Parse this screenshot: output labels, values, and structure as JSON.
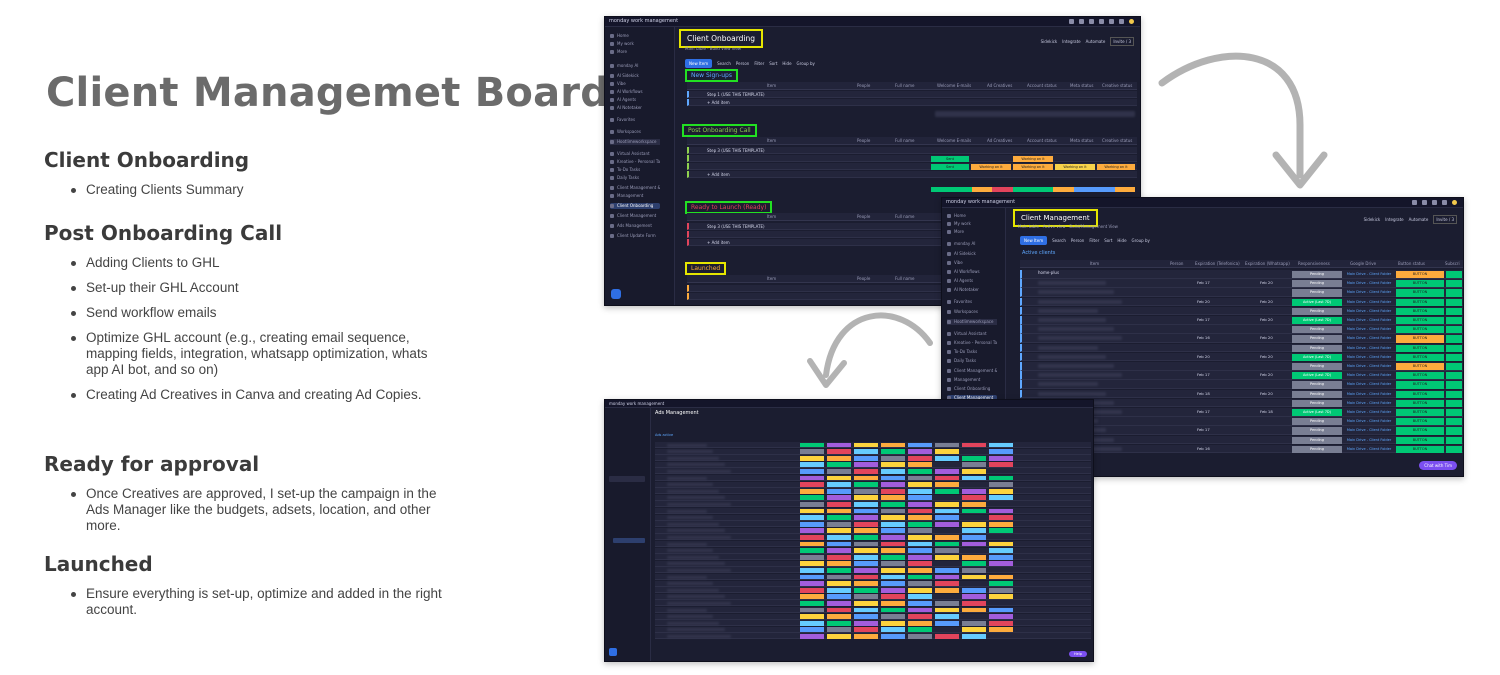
{
  "slide": {
    "title": "Client Managemet Board",
    "sections": [
      {
        "heading": "Client Onboarding",
        "bullets": [
          "Creating Clients Summary"
        ]
      },
      {
        "heading": "Post Onboarding Call",
        "bullets": [
          "Adding Clients to GHL",
          "Set-up their GHL Account",
          "Send workflow emails",
          "Optimize GHL account (e.g., creating email sequence, mapping fields, integration, whatsapp optimization, whats app AI bot, and so on)",
          "Creating Ad Creatives in Canva and creating Ad Copies."
        ]
      },
      {
        "heading": "Ready for approval",
        "bullets": [
          "Once Creatives are approved, I set-up the campaign in the Ads Manager like the budgets, adsets, location, and other more."
        ]
      },
      {
        "heading": "Launched",
        "bullets": [
          "Ensure everything is set-up, optimize and added in the right account."
        ]
      }
    ]
  },
  "screenshots": {
    "brand": "monday work management",
    "onboarding": {
      "board_title": "Client Onboarding",
      "sub_tabs": "Main table  ·  Build View view",
      "new_item": "New Item",
      "toolbar": [
        "Search",
        "Person",
        "Filter",
        "Sort",
        "Hide",
        "Group by"
      ],
      "top_actions": [
        "Sidekick",
        "Integrate",
        "Automate",
        "Invite / 3"
      ],
      "groups": [
        {
          "label": "New Sign-ups",
          "color": "#5fa8ff",
          "row_text": "Step 1 (USE THIS TEMPLATE)",
          "add": "+ Add item"
        },
        {
          "label": "Post Onboarding Call",
          "color": "#8fd14f",
          "row_text": "Step 3 (USE THIS TEMPLATE)",
          "add": "+ Add item"
        },
        {
          "label": "Ready to Launch (Ready)",
          "color": "#e2445c",
          "row_text": "Step 3 (USE THIS TEMPLATE)",
          "add": "+ Add item"
        },
        {
          "label": "Launched",
          "color": "#fdab3d"
        }
      ],
      "columns": [
        "Item",
        "People",
        "Full name",
        "Welcome E-mails",
        "Ad Creatives",
        "Account status",
        "Meta status",
        "Creative status"
      ],
      "statuses": {
        "sent": "Sent",
        "working": "Working on it"
      }
    },
    "management": {
      "board_title": "Client Management",
      "tabs": "Main table  ·  Active view  ·  Build/Management View",
      "group_label": "Active clients",
      "row_first": "home-plus",
      "columns": [
        "Item",
        "Person",
        "Expiration (Telefonica)",
        "Expiration (Whatsapp)",
        "Responsiveness",
        "Google Drive",
        "Button status",
        "Subscri"
      ],
      "statuses": {
        "pending": "Pending",
        "active": "Active (Last 7D)",
        "drive_link": "Main Drive - Client Folder",
        "button": "BUTTON"
      },
      "dates_a": [
        "Feb 17",
        "Feb 20",
        "Feb 17",
        "Feb 16",
        "Feb 20",
        "Feb 17",
        "Feb 18",
        "Feb 17",
        "Feb 17",
        "Feb 16"
      ],
      "dates_b": [
        "Feb 20",
        "Feb 20",
        "Feb 20",
        "Feb 20",
        "Feb 20",
        "Feb 20",
        "Feb 20",
        "Feb 18"
      ],
      "chat_badge": "Chat with Tim"
    },
    "ads": {
      "board_title": "Ads Management",
      "group_label": "Ads active",
      "chat_badge": "Help"
    }
  },
  "colors": {
    "monday_dark": "#1b1d30",
    "highlight_yellow": "#e6e600",
    "highlight_green": "#22e022",
    "status_green": "#00c875",
    "status_orange": "#fdab3d",
    "status_red": "#e2445c",
    "status_purple": "#a25ddc",
    "status_blue": "#579bfc",
    "status_gray": "#797e93"
  }
}
